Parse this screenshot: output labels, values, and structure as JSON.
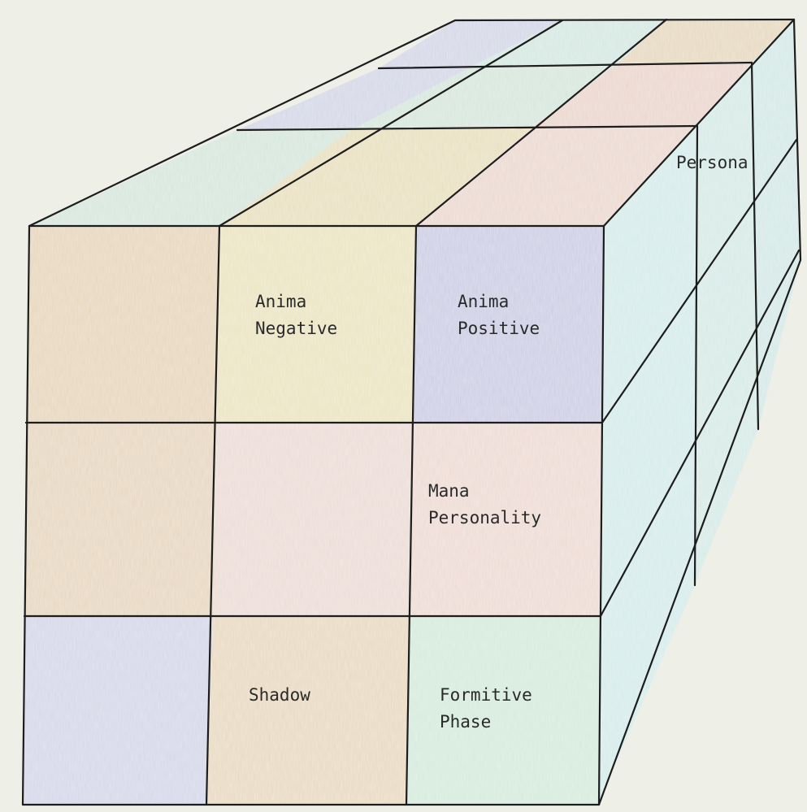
{
  "diagram": {
    "labels": {
      "anima_negative": [
        "Anima",
        "Negative"
      ],
      "anima_positive": [
        "Anima",
        "Positive"
      ],
      "mana_personality": [
        "Mana",
        "Personality"
      ],
      "shadow": [
        "Shadow"
      ],
      "formitive_phase": [
        "Formitive",
        "Phase"
      ],
      "persona": [
        "Persona"
      ]
    },
    "colors": {
      "paper": "#eef0e8",
      "tan": "#e4d3b5",
      "yellow": "#ebe2bd",
      "lavender": "#cdcde3",
      "pink": "#ead9d3",
      "blue_grey": "#d4d8e8",
      "green": "#d6e8db",
      "teal": "#d3e9e6",
      "cyan": "#d4ebea",
      "peach": "#e8d7c8",
      "rose": "#ecd6d0"
    }
  }
}
